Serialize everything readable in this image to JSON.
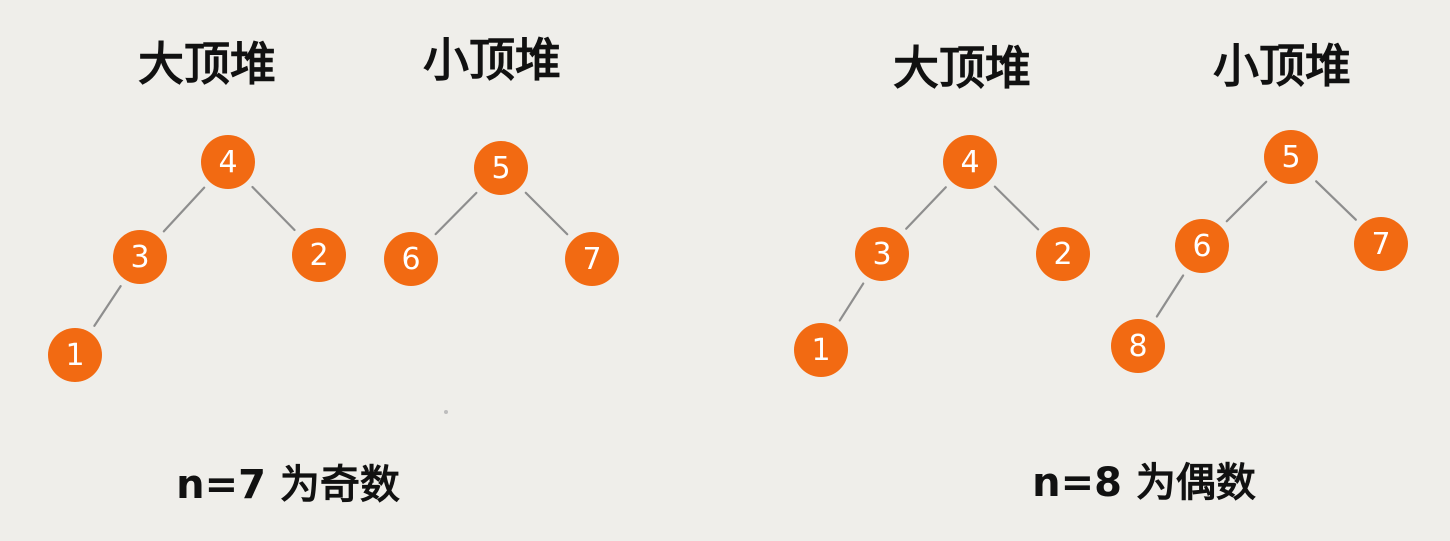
{
  "colors": {
    "background": "#efeeea",
    "node_fill": "#f26a12",
    "node_text": "#ffffff",
    "edge": "#8e8e8e",
    "text": "#111111"
  },
  "panels": [
    {
      "caption": "n=7 为奇数",
      "heaps": [
        {
          "title": "大顶堆",
          "nodes": [
            {
              "id": "4",
              "label": "4"
            },
            {
              "id": "3",
              "label": "3"
            },
            {
              "id": "2",
              "label": "2"
            },
            {
              "id": "1",
              "label": "1"
            }
          ],
          "edges": [
            [
              "4",
              "3"
            ],
            [
              "4",
              "2"
            ],
            [
              "3",
              "1"
            ]
          ]
        },
        {
          "title": "小顶堆",
          "nodes": [
            {
              "id": "5",
              "label": "5"
            },
            {
              "id": "6",
              "label": "6"
            },
            {
              "id": "7",
              "label": "7"
            }
          ],
          "edges": [
            [
              "5",
              "6"
            ],
            [
              "5",
              "7"
            ]
          ]
        }
      ]
    },
    {
      "caption": "n=8 为偶数",
      "heaps": [
        {
          "title": "大顶堆",
          "nodes": [
            {
              "id": "4",
              "label": "4"
            },
            {
              "id": "3",
              "label": "3"
            },
            {
              "id": "2",
              "label": "2"
            },
            {
              "id": "1",
              "label": "1"
            }
          ],
          "edges": [
            [
              "4",
              "3"
            ],
            [
              "4",
              "2"
            ],
            [
              "3",
              "1"
            ]
          ]
        },
        {
          "title": "小顶堆",
          "nodes": [
            {
              "id": "5",
              "label": "5"
            },
            {
              "id": "6",
              "label": "6"
            },
            {
              "id": "7",
              "label": "7"
            },
            {
              "id": "8",
              "label": "8"
            }
          ],
          "edges": [
            [
              "5",
              "6"
            ],
            [
              "5",
              "7"
            ],
            [
              "6",
              "8"
            ]
          ]
        }
      ]
    }
  ]
}
